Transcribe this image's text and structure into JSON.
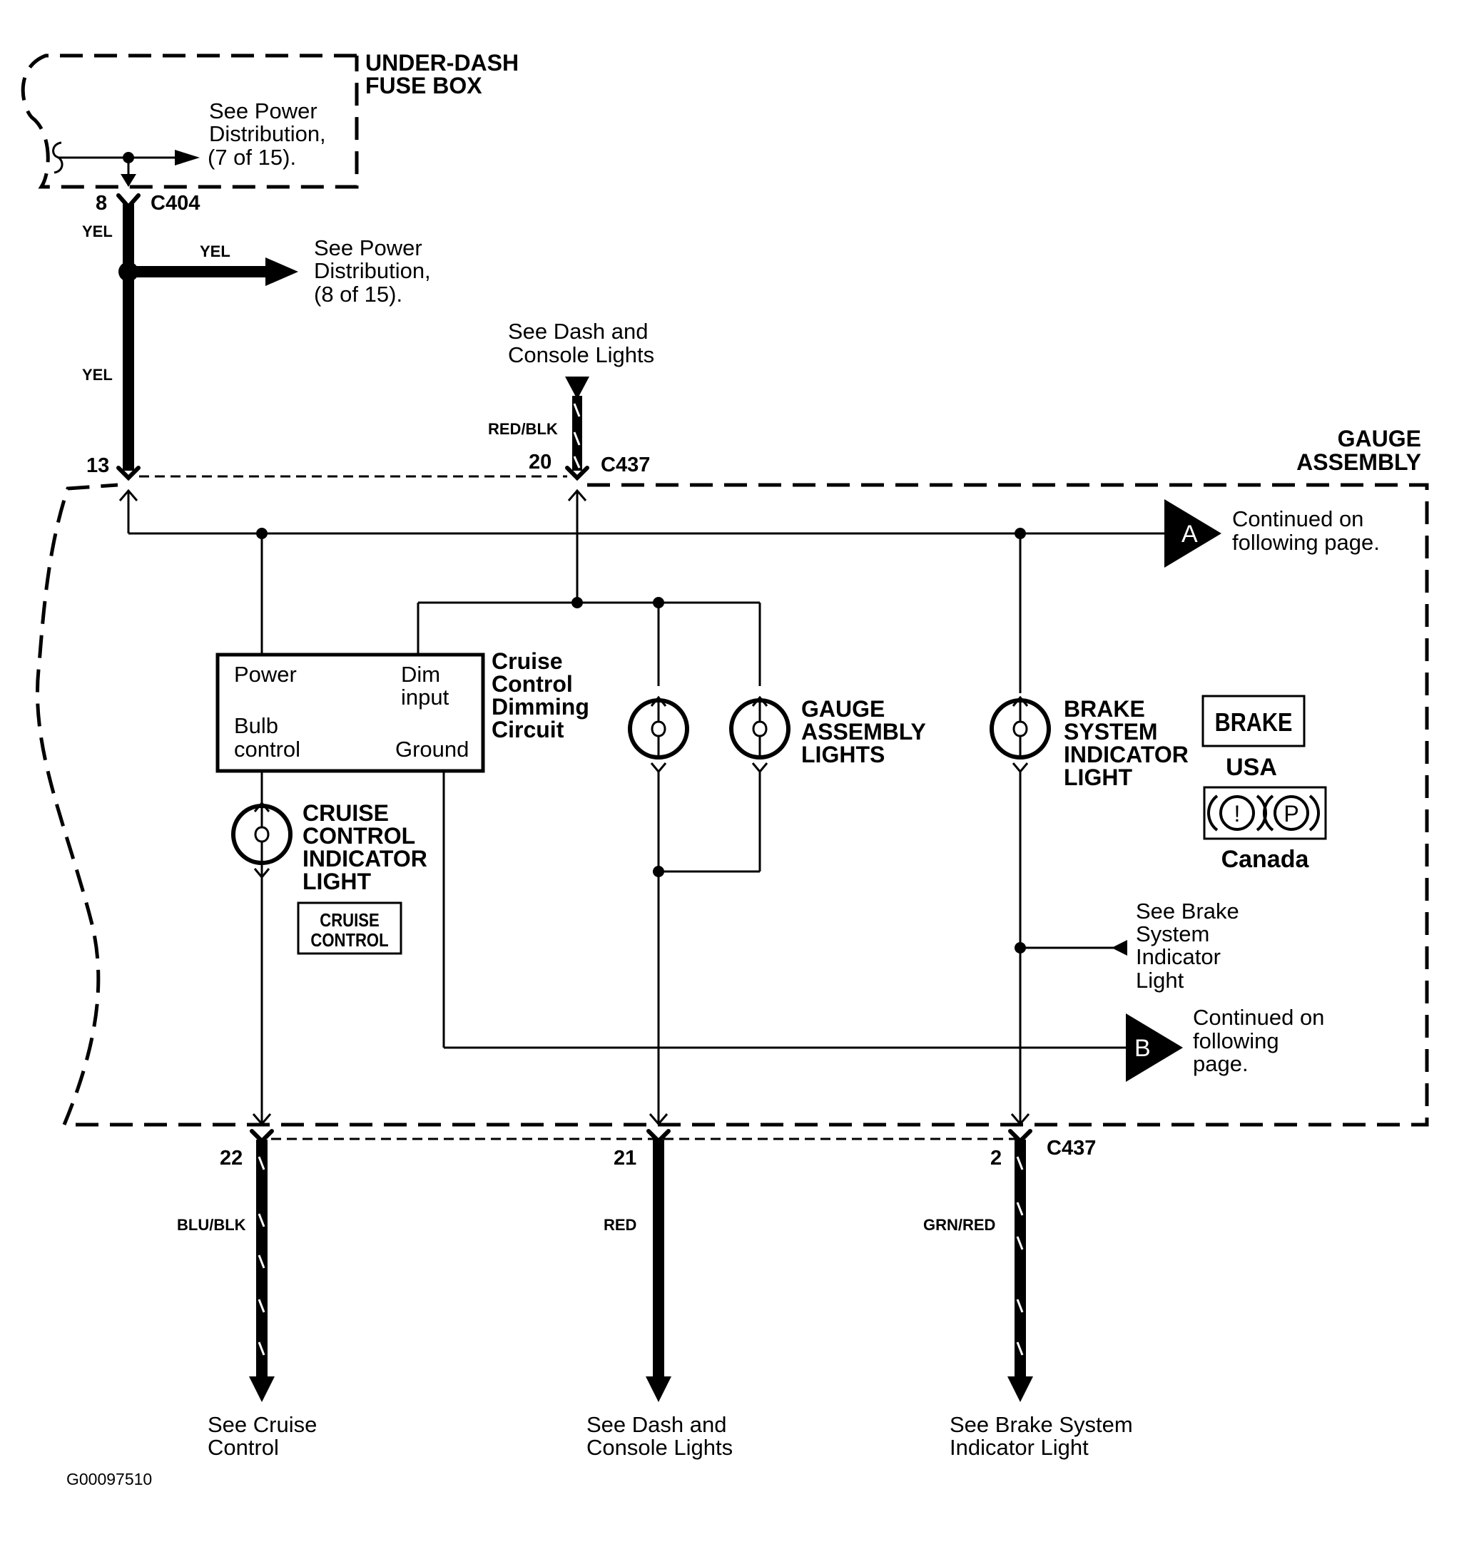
{
  "fuse_box": {
    "title_line1": "UNDER-DASH",
    "title_line2": "FUSE BOX",
    "ref_line1": "See Power",
    "ref_line2": "Distribution,",
    "ref_line3": "(7 of 15)."
  },
  "c404": {
    "connector": "C404",
    "pin": "8",
    "wire_color": "YEL"
  },
  "splice_top": {
    "wire_color": "YEL",
    "ref_line1": "See Power",
    "ref_line2": "Distribution,",
    "ref_line3": "(8 of 15)."
  },
  "feed_wire": {
    "wire_color": "YEL",
    "pin": "13"
  },
  "dash_feed": {
    "ref_line1": "See Dash and",
    "ref_line2": "Console Lights",
    "wire_color": "RED/BLK",
    "pin": "20",
    "connector": "C437"
  },
  "gauge_assembly": {
    "title_line1": "GAUGE",
    "title_line2": "ASSEMBLY"
  },
  "continued_a": {
    "letter": "A",
    "line1": "Continued on",
    "line2": "following page."
  },
  "continued_b": {
    "letter": "B",
    "line1": "Continued on",
    "line2": "following",
    "line3": "page."
  },
  "dimming_circuit": {
    "power": "Power",
    "dim_line1": "Dim",
    "dim_line2": "input",
    "bulb_line1": "Bulb",
    "bulb_line2": "control",
    "ground": "Ground",
    "title_line1": "Cruise",
    "title_line2": "Control",
    "title_line3": "Dimming",
    "title_line4": "Circuit"
  },
  "cruise_light": {
    "line1": "CRUISE",
    "line2": "CONTROL",
    "line3": "INDICATOR",
    "line4": "LIGHT",
    "icon_line1": "CRUISE",
    "icon_line2": "CONTROL"
  },
  "gauge_lights": {
    "line1": "GAUGE",
    "line2": "ASSEMBLY",
    "line3": "LIGHTS"
  },
  "brake_light": {
    "line1": "BRAKE",
    "line2": "SYSTEM",
    "line3": "INDICATOR",
    "line4": "LIGHT",
    "usa_icon": "BRAKE",
    "usa_label": "USA",
    "canada_icon_1": "!",
    "canada_icon_2": "P",
    "canada_label": "Canada",
    "ref_line1": "See Brake",
    "ref_line2": "System",
    "ref_line3": "Indicator",
    "ref_line4": "Light"
  },
  "bottom_outputs": [
    {
      "pin": "22",
      "wire_color": "BLU/BLK",
      "ref_line1": "See Cruise",
      "ref_line2": "Control"
    },
    {
      "pin": "21",
      "wire_color": "RED",
      "ref_line1": "See Dash and",
      "ref_line2": "Console Lights"
    },
    {
      "pin": "2",
      "wire_color": "GRN/RED",
      "ref_line1": "See Brake System",
      "ref_line2": "Indicator Light",
      "connector": "C437"
    }
  ],
  "figure_id": "G00097510"
}
